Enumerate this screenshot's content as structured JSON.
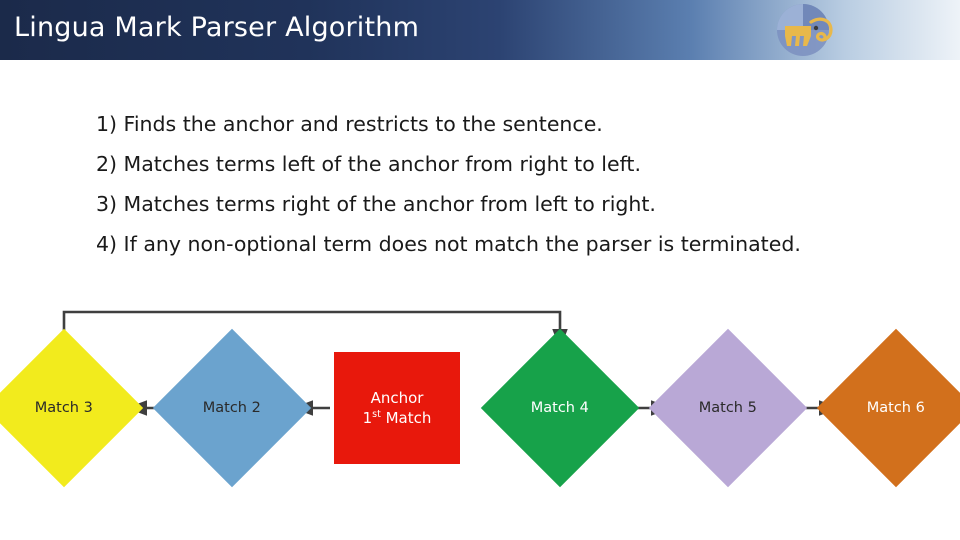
{
  "header": {
    "title": "Lingua Mark Parser Algorithm",
    "logo_icon": "elephant-logo-icon",
    "background_colors": [
      "#1b2a4a",
      "#2c4372",
      "#b9cde2",
      "#eef3f8"
    ]
  },
  "bullets": [
    "1) Finds the anchor and restricts to the sentence.",
    "2) Matches terms left of the anchor from right to left.",
    "3) Matches terms right of the anchor from left to right.",
    "4) If any non-optional term does not match the parser is terminated."
  ],
  "diagram": {
    "type": "flow",
    "nodes": [
      {
        "id": "match3",
        "label": "Match 3",
        "shape": "diamond",
        "color": "#f2eb1d"
      },
      {
        "id": "match2",
        "label": "Match 2",
        "shape": "diamond",
        "color": "#6ba3ce"
      },
      {
        "id": "anchor",
        "label_line1": "Anchor",
        "label_line2_prefix": "1",
        "label_line2_sup": "st",
        "label_line2_suffix": " Match",
        "shape": "square",
        "color": "#e8180c"
      },
      {
        "id": "match4",
        "label": "Match 4",
        "shape": "diamond",
        "color": "#17a24a"
      },
      {
        "id": "match5",
        "label": "Match 5",
        "shape": "diamond",
        "color": "#b9a8d6"
      },
      {
        "id": "match6",
        "label": "Match 6",
        "shape": "diamond",
        "color": "#d2701c"
      }
    ],
    "arrows": [
      {
        "from": "anchor",
        "to": "match2",
        "direction": "left"
      },
      {
        "from": "match2",
        "to": "match3",
        "direction": "left"
      },
      {
        "from": "match4",
        "to": "match5",
        "direction": "right"
      },
      {
        "from": "match5",
        "to": "match6",
        "direction": "right"
      },
      {
        "from": "match3",
        "to": "match4",
        "direction": "top-routed"
      }
    ],
    "arrow_color": "#3f3f3f"
  }
}
